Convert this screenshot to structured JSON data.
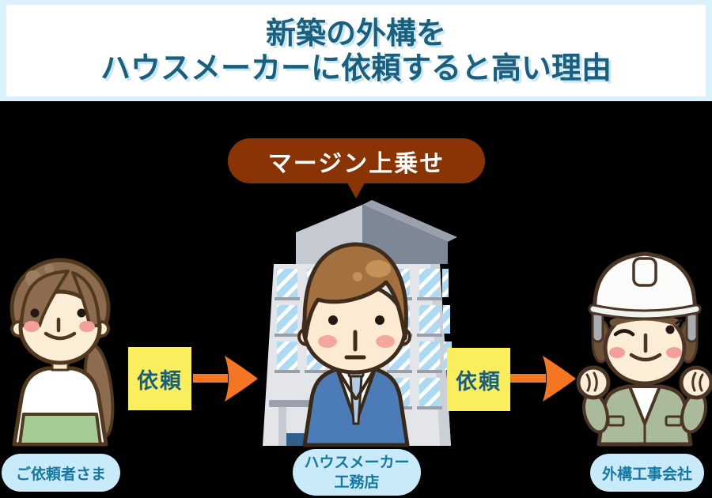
{
  "header": {
    "title_line1": "新築の外構を",
    "title_line2": "ハウスメーカーに依頼すると高い理由"
  },
  "bubble": {
    "label": "マージン上乗せ"
  },
  "flow": {
    "arrow1_label": "依頼",
    "arrow2_label": "依頼"
  },
  "actors": {
    "client": {
      "label": "ご依頼者さま"
    },
    "housemaker": {
      "label_line1": "ハウスメーカー",
      "label_line2": "工務店"
    },
    "contractor": {
      "label": "外構工事会社"
    }
  },
  "colors": {
    "canvas_bg": "#000000",
    "header_band": "#D9F1FB",
    "header_card": "#FFFFFF",
    "title_text": "#19607F",
    "bubble_bg": "#8A3405",
    "bubble_text": "#FFFFFF",
    "request_bg": "#FAEE5F",
    "request_text": "#19607F",
    "arrow": "#F47522",
    "pill_bg": "#C9EAF8",
    "pill_text": "#1578A2"
  }
}
